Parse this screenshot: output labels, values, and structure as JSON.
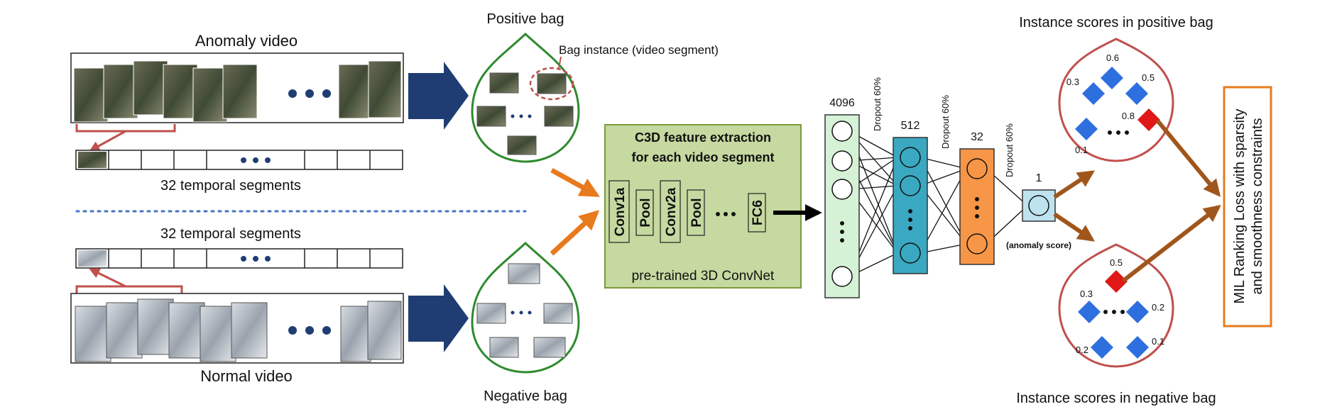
{
  "colors": {
    "big_arrow": "#1f3d73",
    "drop_outline_green": "#2e8b2e",
    "drop_outline_red": "#c0504d",
    "c3d_fill": "#c6d9a0",
    "c3d_border": "#7a9a3a",
    "layer_4096": "#d6f2d6",
    "layer_512": "#3aa8c1",
    "layer_32": "#f79646",
    "layer_1": "#bfe3ee",
    "diamond_blue": "#2e6fe0",
    "diamond_red": "#e01818",
    "orange_arrow": "#e87a1e",
    "brown_arrow": "#a0561b",
    "mil_border": "#e87a1e",
    "dotted_sep": "#4472c4"
  },
  "labels": {
    "anomaly_video": "Anomaly video",
    "normal_video": "Normal video",
    "temporal_segments_top": "32  temporal segments",
    "temporal_segments_bottom": "32  temporal segments",
    "positive_bag": "Positive bag",
    "negative_bag": "Negative bag",
    "bag_instance": "Bag instance (video segment)",
    "c3d_title_line1": "C3D feature extraction",
    "c3d_title_line2": "for each video segment",
    "c3d_footer": "pre-trained 3D ConvNet",
    "inst_pos_title": "Instance scores in positive bag",
    "inst_neg_title": "Instance scores in negative bag",
    "anomaly_score": "(anomaly score)",
    "mil_line1": "MIL Ranking Loss with sparsity",
    "mil_line2": "and smoothness constraints",
    "ellipsis": "• • •"
  },
  "c3d_layers": [
    "Conv1a",
    "Pool",
    "Conv2a",
    "Pool",
    "FC6"
  ],
  "network": {
    "layer_sizes": [
      "4096",
      "512",
      "32",
      "1"
    ],
    "dropouts": [
      "Dropout 60%",
      "Dropout 60%",
      "Dropout 60%"
    ]
  },
  "positive_scores": [
    "0.6",
    "0.3",
    "0.5",
    "0.8",
    "0.1"
  ],
  "negative_scores": [
    "0.5",
    "0.3",
    "0.2",
    "0.2",
    "0.1"
  ]
}
